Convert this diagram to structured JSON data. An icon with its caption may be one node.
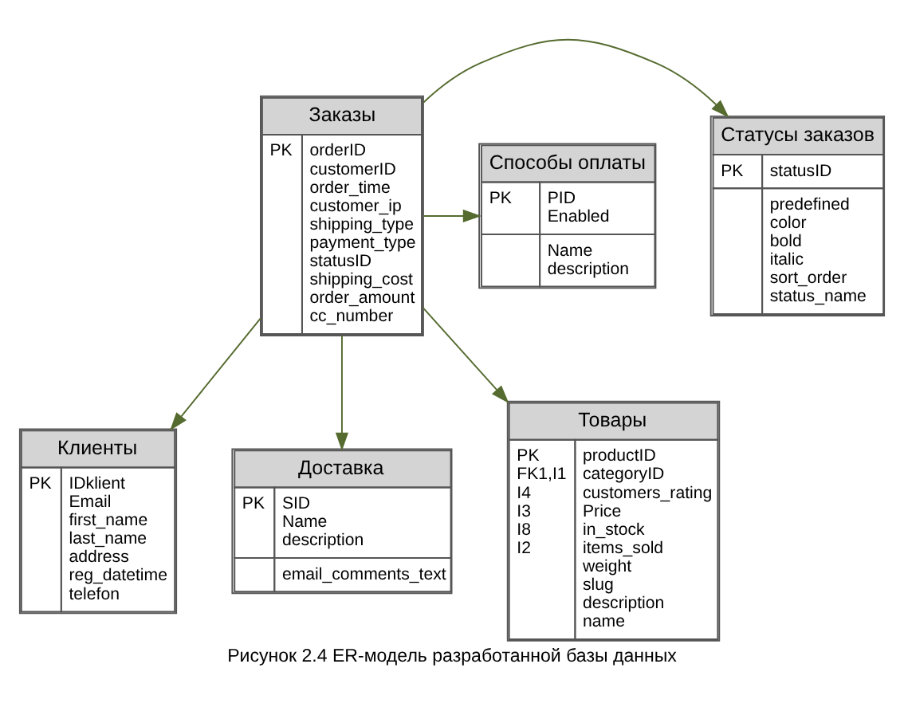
{
  "diagram": {
    "caption": "Рисунок 2.4 ER-модель разработанной базы данных",
    "nodes": [
      {
        "text": [
          "Статусы заказов",
          "PK",
          "statusID",
          "predefined color bold italic sort_order status_name"
        ]
      },
      {
        "text": [
          "Заказы",
          "PK",
          "orderID customerID order_time customer_ip shipping_type payment_type statusID shipping_cost order_amount cc_number"
        ]
      },
      {
        "text": [
          "Способы оплаты",
          "PK",
          "PID Enabled",
          "Name description"
        ]
      },
      {
        "text": [
          "Клиенты",
          "PK",
          "IDklient Email first_name last_name address reg_datetime telefon"
        ]
      },
      {
        "text": [
          "Доставка",
          "PK",
          "SID Name description",
          "email_comments_text"
        ]
      },
      {
        "text": [
          "Товары",
          "PK FK1,I1 I4 I3 I8 I2",
          "productID categoryID customers_rating Price in_stock items_sold weight slug description name"
        ]
      }
    ],
    "edges": [
      {
        "from": 1,
        "to": 0,
        "arrow": "to"
      },
      {
        "from": 1,
        "to": 2,
        "arrow": "to"
      },
      {
        "from": 1,
        "to": 5,
        "arrow": "to"
      },
      {
        "from": 1,
        "to": 3,
        "arrow": "to"
      },
      {
        "from": 1,
        "to": 4,
        "arrow": "to"
      }
    ]
  }
}
